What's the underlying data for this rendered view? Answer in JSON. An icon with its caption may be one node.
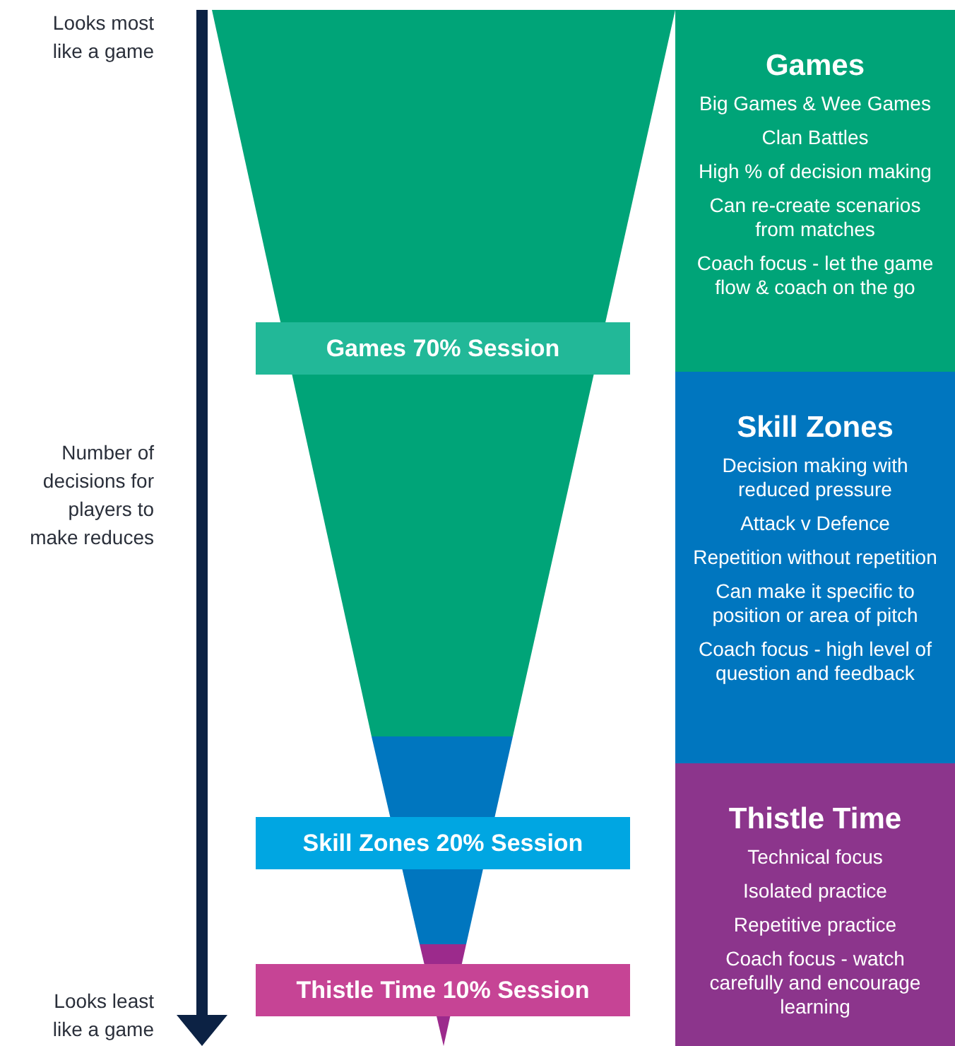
{
  "diagram": {
    "nodes": [
      {
        "text": [
          "Games",
          "Big Games & Wee Games",
          "Clan Battles",
          "High % of decision making",
          "Can re-create scenarios from matches",
          "Coach focus - let the game flow & coach on the go"
        ]
      },
      {
        "text": [
          "Games 70% Session"
        ]
      },
      {
        "text": [
          "Skill Zones",
          "Decision making with reduced pressure",
          "Attack v Defence",
          "Repetition without repetition",
          "Can make it specific to position or area of pitch",
          "Coach focus - high level of question and feedback"
        ]
      },
      {
        "text": [
          "Skill Zones 20% Session"
        ]
      },
      {
        "text": [
          "Thistle Time",
          "Technical focus",
          "Isolated practice",
          "Repetitive practice",
          "Coach focus - watch carefully and encourage learning"
        ]
      },
      {
        "text": [
          "Thistle Time 10% Session"
        ]
      }
    ],
    "edges": [],
    "labels": [
      "Looks most like a game",
      "Number of decisions for players to make reduces",
      "Looks least like a game"
    ]
  }
}
